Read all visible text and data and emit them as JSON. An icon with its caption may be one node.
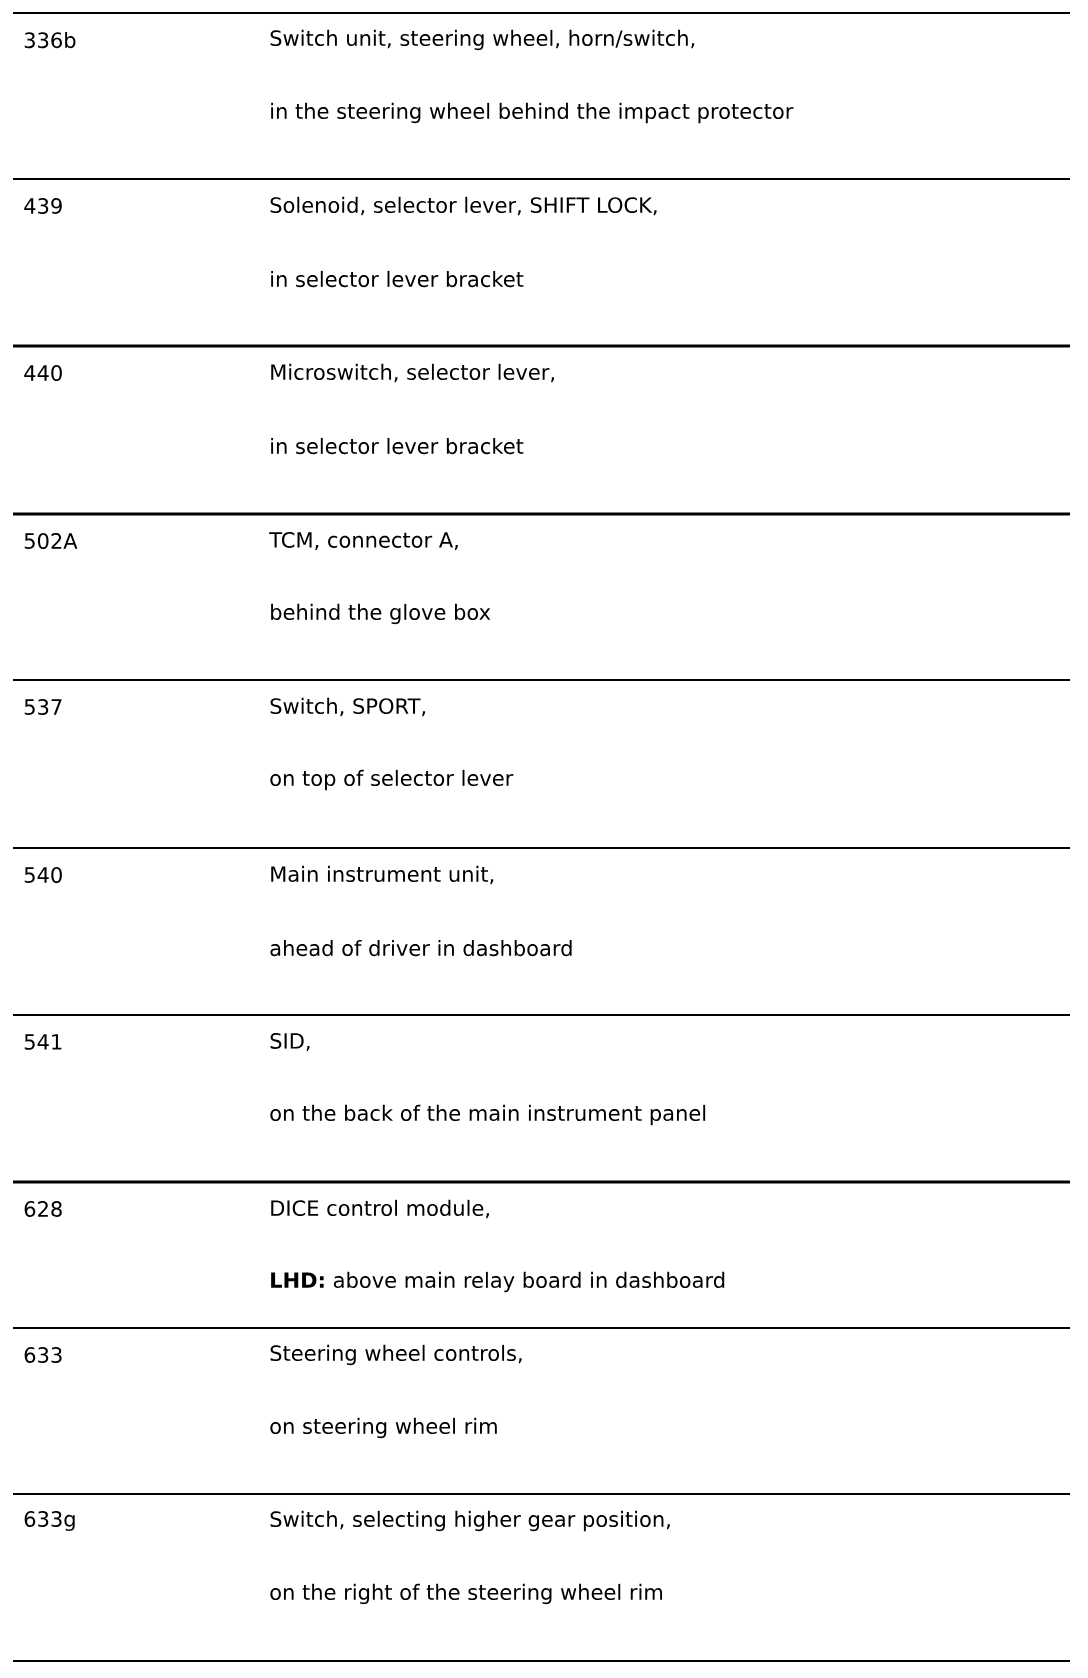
{
  "diagram": {
    "labels": [
      "336b",
      "Switch unit, steering wheel, horn/switch,",
      "in the steering wheel behind the impact protector",
      "439",
      "Solenoid, selector lever, SHIFT LOCK,",
      "in selector lever bracket",
      "440",
      "Microswitch, selector lever,",
      "in selector lever bracket",
      "502A",
      "TCM, connector A,",
      "behind the glove box",
      "537",
      "Switch, SPORT,",
      "on top of selector lever",
      "540",
      "Main instrument unit,",
      "ahead of driver in dashboard",
      "541",
      "SID,",
      "on the back of the main instrument panel",
      "628",
      "DICE control module,",
      "**LHD:** above main relay board in dashboard",
      "633",
      "Steering wheel controls,",
      "on steering wheel rim",
      "633g",
      "Switch, selecting higher gear position,",
      "on the right of the steering wheel rim"
    ]
  }
}
